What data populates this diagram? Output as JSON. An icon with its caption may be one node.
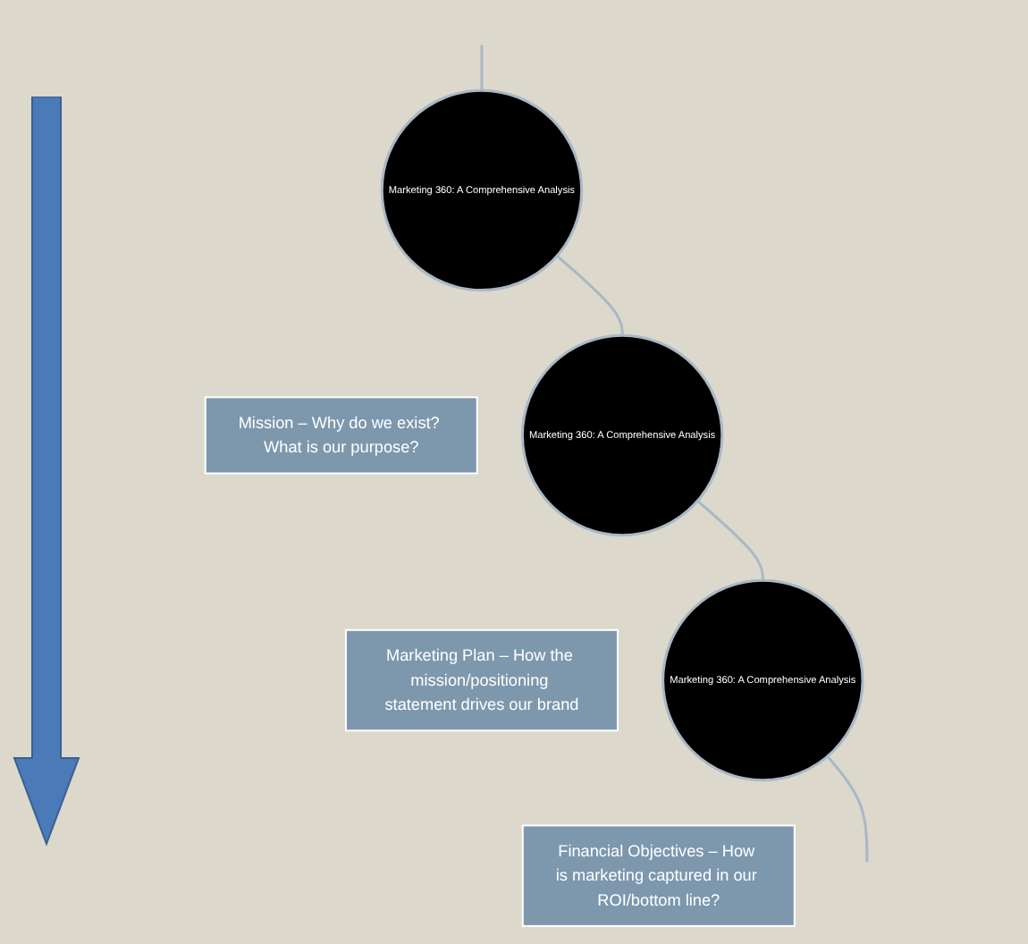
{
  "diagram": {
    "nodes": [
      {
        "text": [
          "Marketing 360: A Comprehensive Analysis"
        ]
      },
      {
        "text": [
          "Mission – Why do we exist? What is our purpose?"
        ]
      },
      {
        "text": [
          "Marketing 360: A Comprehensive Analysis"
        ]
      },
      {
        "text": [
          "Marketing Plan – How the mission/positioning statement drives our brand"
        ]
      },
      {
        "text": [
          "Marketing 360: A Comprehensive Analysis"
        ]
      },
      {
        "text": [
          "Financial Objectives – How is marketing captured in our ROI/bottom line?"
        ]
      }
    ],
    "edges": [
      {
        "from": null,
        "to": 0,
        "arrow": "none"
      },
      {
        "from": 0,
        "to": 2,
        "arrow": "none"
      },
      {
        "from": 2,
        "to": 4,
        "arrow": "none"
      },
      {
        "from": 4,
        "to": null,
        "arrow": "none"
      }
    ]
  }
}
